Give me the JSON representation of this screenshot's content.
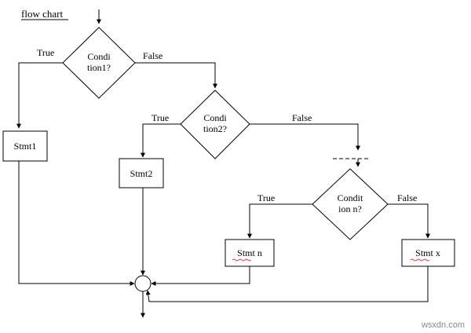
{
  "title": "flow chart",
  "decisions": {
    "d1": [
      "Condi",
      "tion1?"
    ],
    "d2": [
      "Condi",
      "tion2?"
    ],
    "dn": [
      "Condit",
      "ion n?"
    ]
  },
  "statements": {
    "s1": "Stmt1",
    "s2": "Stmt2",
    "sn": "Stmt n",
    "sx": "Stmt x"
  },
  "edges": {
    "d1_true": "True",
    "d1_false": "False",
    "d2_true": "True",
    "d2_false": "False",
    "dn_true": "True",
    "dn_false": "False"
  },
  "watermark": "wsxdn.com"
}
